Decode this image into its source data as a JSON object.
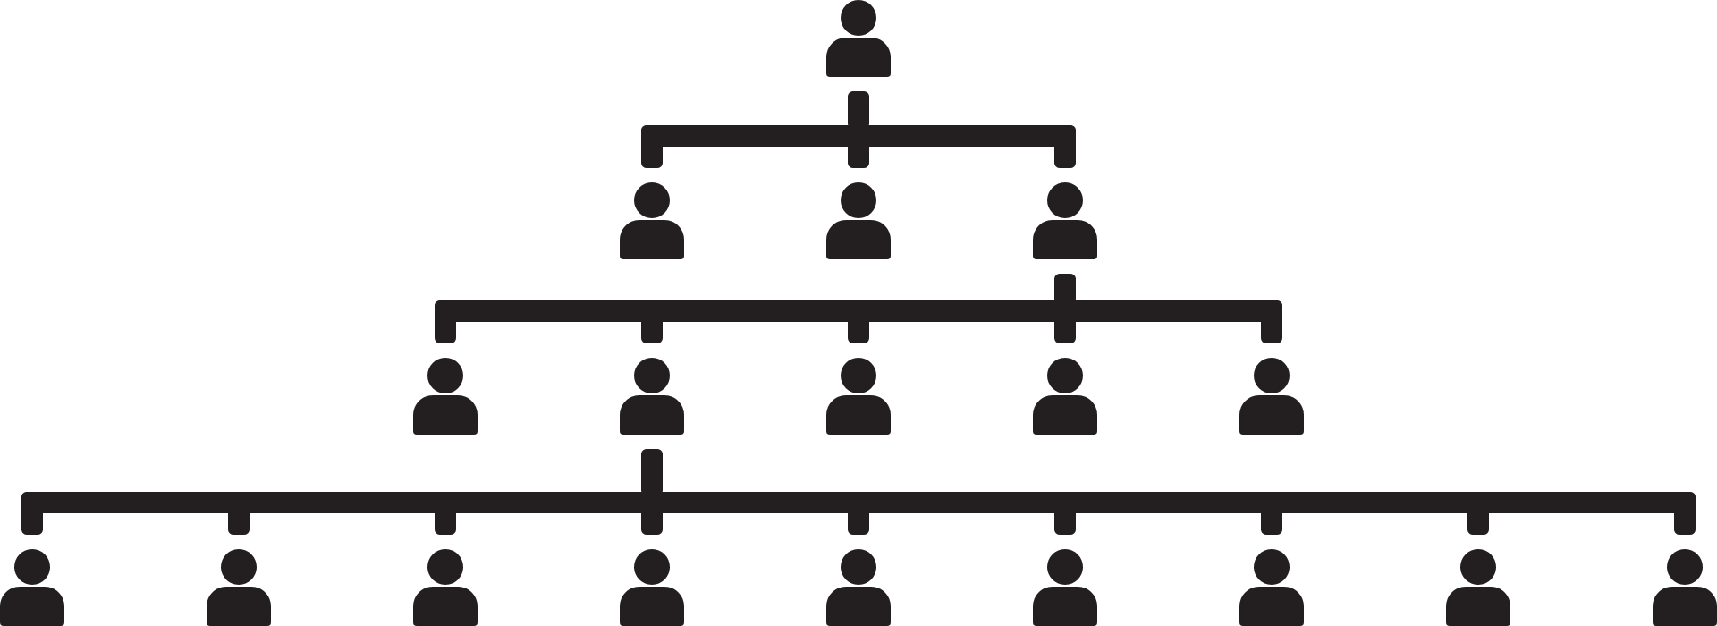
{
  "diagram": {
    "type": "org-chart",
    "icon": "person-icon",
    "color": "#231f20",
    "background": "#ffffff",
    "levels": [
      {
        "level": 1,
        "count": 1,
        "parent_index": null
      },
      {
        "level": 2,
        "count": 3,
        "parent_index": null
      },
      {
        "level": 3,
        "count": 5,
        "parent_index": 2
      },
      {
        "level": 4,
        "count": 9,
        "parent_index": 1
      }
    ]
  }
}
